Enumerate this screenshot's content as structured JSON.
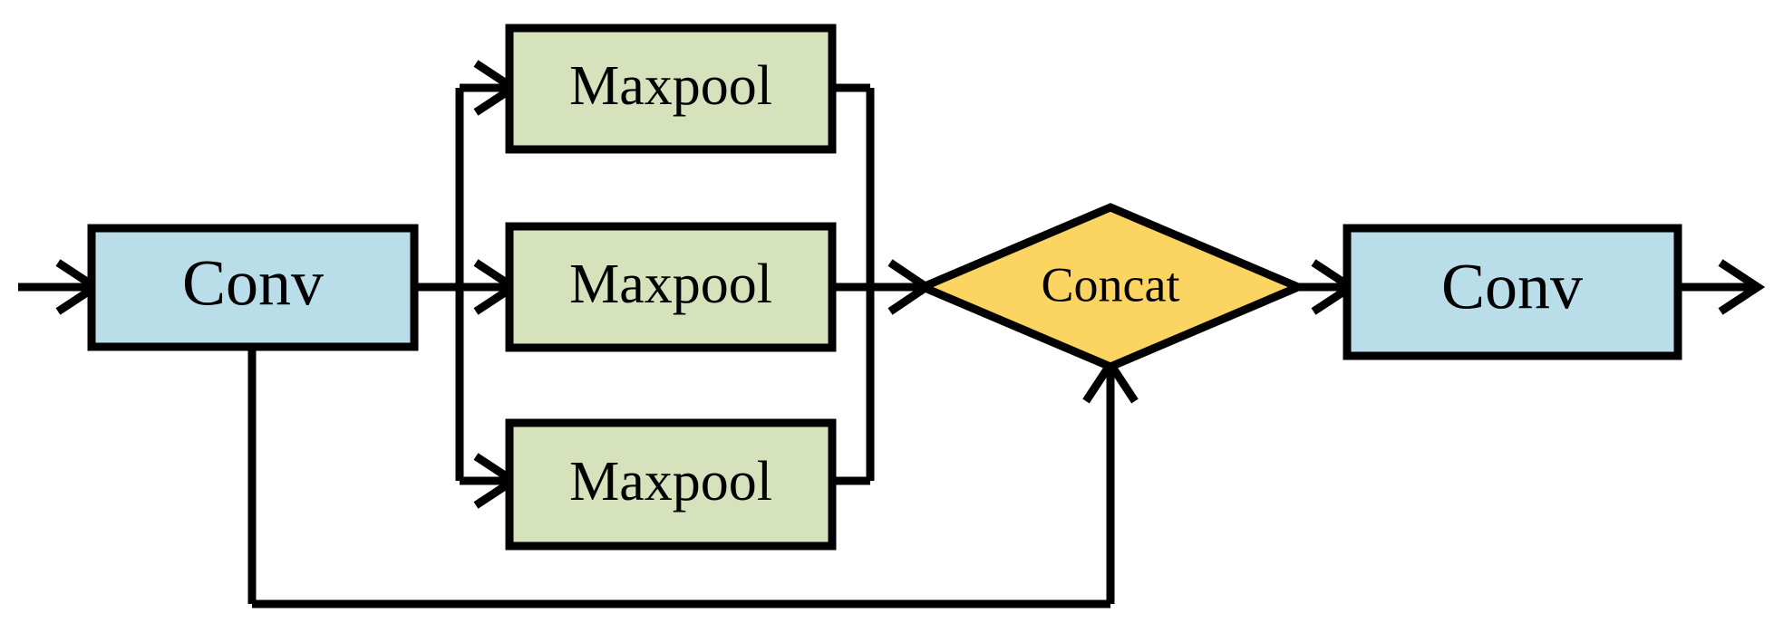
{
  "figure": {
    "type": "block-diagram",
    "title": "",
    "background_color": "#ffffff",
    "stroke_color": "#000000"
  },
  "colors": {
    "conv_fill": "#b9dde9",
    "maxpool_fill": "#d5e2bc",
    "concat_fill": "#fcd462",
    "outline": "#000000",
    "canvas": "#ffffff"
  },
  "nodes": {
    "conv_in": {
      "label": "Conv",
      "shape": "rectangle",
      "fill": "#b9dde9"
    },
    "maxpool_top": {
      "label": "Maxpool",
      "shape": "rectangle",
      "fill": "#d5e2bc"
    },
    "maxpool_mid": {
      "label": "Maxpool",
      "shape": "rectangle",
      "fill": "#d5e2bc"
    },
    "maxpool_bot": {
      "label": "Maxpool",
      "shape": "rectangle",
      "fill": "#d5e2bc"
    },
    "concat": {
      "label": "Concat",
      "shape": "diamond",
      "fill": "#fcd462"
    },
    "conv_out": {
      "label": "Conv",
      "shape": "rectangle",
      "fill": "#b9dde9"
    }
  },
  "edges": [
    {
      "from": "input",
      "to": "conv_in",
      "arrow": true
    },
    {
      "from": "conv_in",
      "to": "maxpool_top",
      "arrow": true
    },
    {
      "from": "conv_in",
      "to": "maxpool_mid",
      "arrow": true
    },
    {
      "from": "conv_in",
      "to": "maxpool_bot",
      "arrow": true
    },
    {
      "from": "maxpool_top",
      "to": "concat",
      "arrow": true
    },
    {
      "from": "maxpool_mid",
      "to": "concat",
      "arrow": true
    },
    {
      "from": "maxpool_bot",
      "to": "concat",
      "arrow": true
    },
    {
      "from": "conv_in",
      "to": "concat",
      "arrow": true,
      "style": "skip-connection"
    },
    {
      "from": "concat",
      "to": "conv_out",
      "arrow": true
    },
    {
      "from": "conv_out",
      "to": "output",
      "arrow": true
    }
  ]
}
